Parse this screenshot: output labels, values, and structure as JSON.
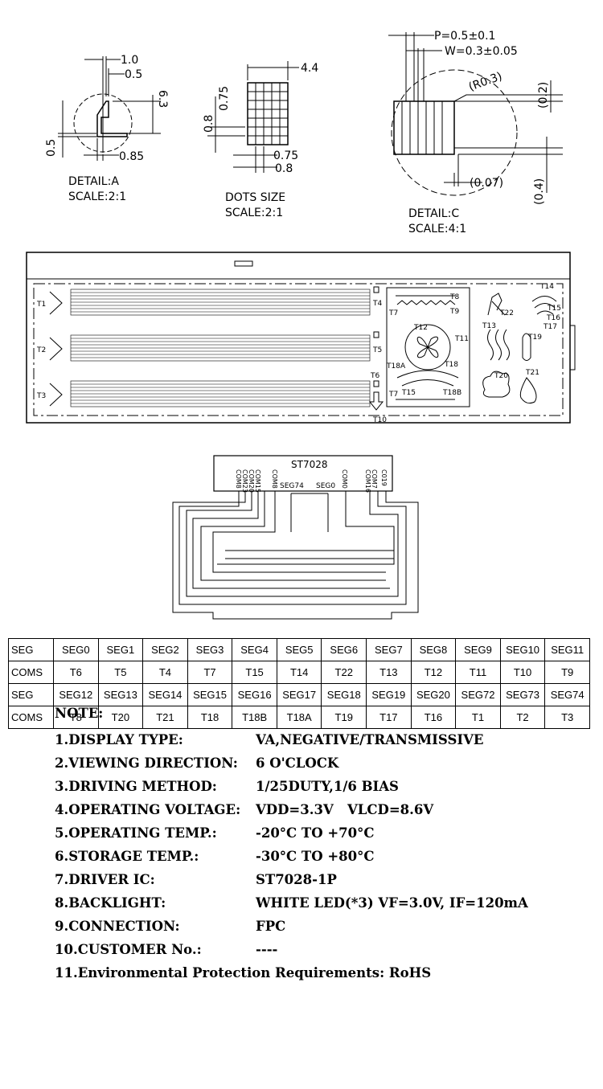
{
  "details": {
    "a": {
      "title": "DETAIL:A",
      "scale": "SCALE:2:1",
      "dims": [
        "1.0",
        "0.5",
        "6.3",
        "0.5",
        "0.85"
      ]
    },
    "dots": {
      "title": "DOTS SIZE",
      "scale": "SCALE:2:1",
      "dims": [
        "4.4",
        "0.8",
        "0.75",
        "0.75",
        "0.8"
      ]
    },
    "c": {
      "title": "DETAIL:C",
      "scale": "SCALE:4:1",
      "pitch": "P=0.5±0.1",
      "width": "W=0.3±0.05",
      "radius": "(R0.3)",
      "dims": [
        "(0.2)",
        "(0.07)",
        "(0.4)"
      ]
    }
  },
  "lcd": {
    "row_markers": [
      "T1",
      "T2",
      "T3"
    ],
    "seg_icons": [
      "T4",
      "T5",
      "T6",
      "T10"
    ],
    "panel_labels": [
      "T8",
      "T7",
      "T9",
      "T12",
      "T11",
      "T18A",
      "T18",
      "T7",
      "T15",
      "T18B"
    ],
    "icon_labels": [
      "T14",
      "T22",
      "T15",
      "T16",
      "T17",
      "T13",
      "T19",
      "T20",
      "T21"
    ]
  },
  "driver": {
    "chip": "ST7028",
    "pins_left": [
      "COM8",
      "COM23",
      "COM20",
      "COM15",
      "COM8"
    ],
    "pins_right": [
      "COM0",
      "COM16",
      "COM7",
      "C019"
    ],
    "seg_labels": [
      "SEG74",
      "SEG0"
    ]
  },
  "seg_table": [
    [
      "SEG",
      "SEG0",
      "SEG1",
      "SEG2",
      "SEG3",
      "SEG4",
      "SEG5",
      "SEG6",
      "SEG7",
      "SEG8",
      "SEG9",
      "SEG10",
      "SEG11"
    ],
    [
      "COMS",
      "T6",
      "T5",
      "T4",
      "T7",
      "T15",
      "T14",
      "T22",
      "T13",
      "T12",
      "T11",
      "T10",
      "T9"
    ],
    [
      "SEG",
      "SEG12",
      "SEG13",
      "SEG14",
      "SEG15",
      "SEG16",
      "SEG17",
      "SEG18",
      "SEG19",
      "SEG20",
      "SEG72",
      "SEG73",
      "SEG74"
    ],
    [
      "COMS",
      "T8",
      "T20",
      "T21",
      "T18",
      "T18B",
      "T18A",
      "T19",
      "T17",
      "T16",
      "T1",
      "T2",
      "T3"
    ]
  ],
  "notes": {
    "title": "NOTE:",
    "items": [
      {
        "label": "1.DISPLAY TYPE:",
        "value": "VA,NEGATIVE/TRANSMISSIVE"
      },
      {
        "label": "2.VIEWING DIRECTION:",
        "value": "6 O'CLOCK"
      },
      {
        "label": "3.DRIVING METHOD:",
        "value": "1/25DUTY,1/6 BIAS"
      },
      {
        "label": "4.OPERATING VOLTAGE:",
        "value": "VDD=3.3V   VLCD=8.6V"
      },
      {
        "label": "5.OPERATING TEMP.:",
        "value": "-20°C TO +70°C"
      },
      {
        "label": "6.STORAGE TEMP.:",
        "value": "-30°C TO +80°C"
      },
      {
        "label": "7.DRIVER IC:",
        "value": "ST7028-1P"
      },
      {
        "label": "8.BACKLIGHT:",
        "value": "WHITE LED(*3) VF=3.0V, IF=120mA"
      },
      {
        "label": "9.CONNECTION:",
        "value": "FPC"
      },
      {
        "label": "10.CUSTOMER No.:",
        "value": "----"
      }
    ],
    "last": "11.Environmental Protection Requirements: RoHS"
  }
}
